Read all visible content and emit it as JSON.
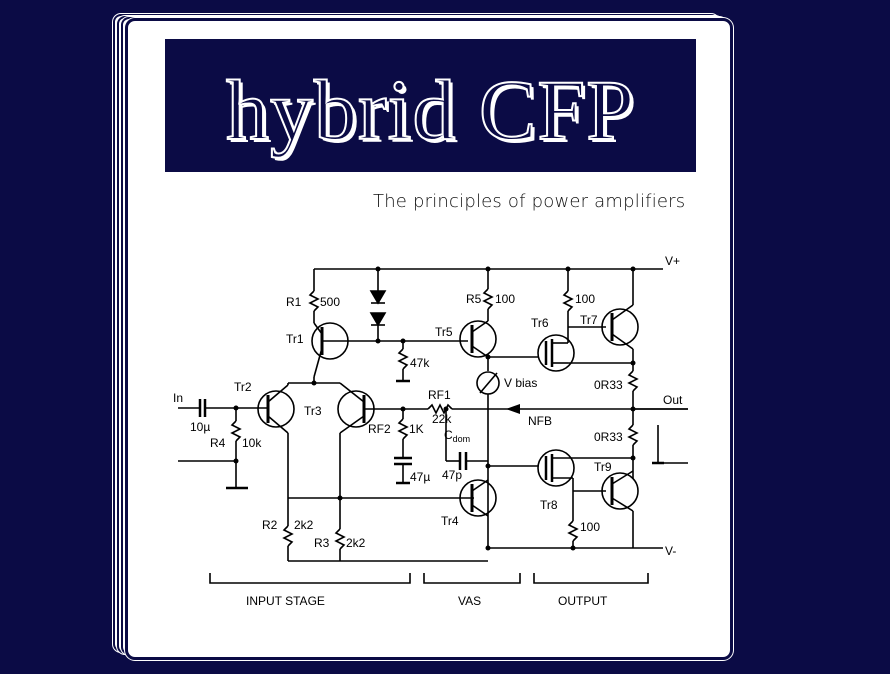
{
  "title": "hybrid CFP",
  "subtitle": "The principles of power amplifiers",
  "colors": {
    "background": "#0b0b45",
    "page": "#ffffff",
    "ink": "#000000"
  },
  "labels": {
    "vplus": "V+",
    "vminus": "V-",
    "in": "In",
    "out": "Out",
    "nfb": "NFB",
    "vbias": "V bias",
    "r1": "R1",
    "r1v": "500",
    "r5": "R5",
    "r5v": "100",
    "r6v": "100",
    "r47k": "47k",
    "tr1": "Tr1",
    "tr2": "Tr2",
    "tr3": "Tr3",
    "tr4": "Tr4",
    "tr5": "Tr5",
    "tr6": "Tr6",
    "tr7": "Tr7",
    "tr8": "Tr8",
    "tr9": "Tr9",
    "rf1": "RF1",
    "rf1v": "22k",
    "rf2": "RF2",
    "rf2v": "1K",
    "cdom": "C",
    "cdomsub": "dom",
    "cdomv": "47p",
    "c47u": "47µ",
    "c10u": "10µ",
    "r4": "R4",
    "r4v": "10k",
    "r2": "R2",
    "r2v": "2k2",
    "r3": "R3",
    "r3v": "2k2",
    "r0r33a": "0R33",
    "r0r33b": "0R33",
    "r100b": "100"
  },
  "sections": {
    "input": "INPUT STAGE",
    "vas": "VAS",
    "output": "OUTPUT"
  }
}
